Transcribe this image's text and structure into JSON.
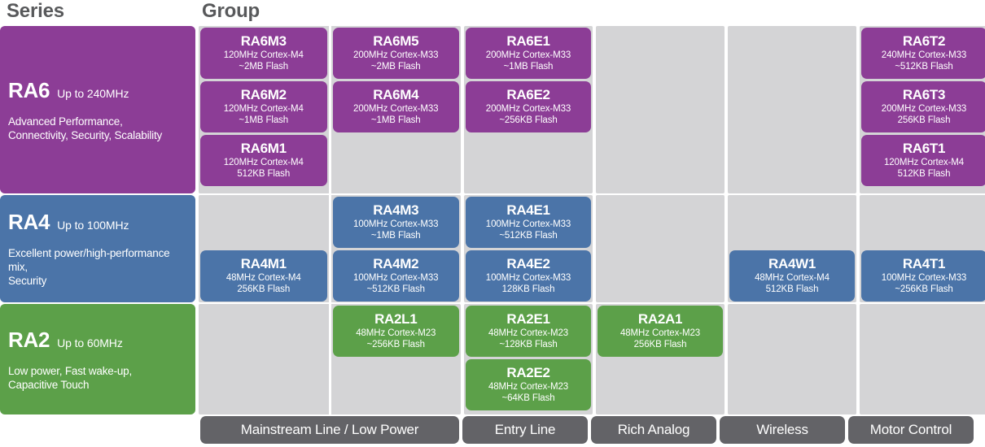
{
  "header": {
    "series_label": "Series",
    "group_label": "Group"
  },
  "colors": {
    "ra6": "#8c3d96",
    "ra4": "#4b74a8",
    "ra2": "#5ca049",
    "track": "#d4d4d6",
    "footer": "#636367",
    "header_text": "#58595b"
  },
  "series": [
    {
      "id": "ra6",
      "name": "RA6",
      "speed": "Up to 240MHz",
      "description": "Advanced Performance,\nConnectivity, Security, Scalability",
      "columns": {
        "mainstream": [
          {
            "name": "RA6M3",
            "core": "120MHz Cortex-M4",
            "flash": "~2MB Flash"
          },
          {
            "name": "RA6M2",
            "core": "120MHz Cortex-M4",
            "flash": "~1MB Flash"
          },
          {
            "name": "RA6M1",
            "core": "120MHz Cortex-M4",
            "flash": "512KB Flash"
          }
        ],
        "lowpower": [
          {
            "name": "RA6M5",
            "core": "200MHz Cortex-M33",
            "flash": "~2MB Flash"
          },
          {
            "name": "RA6M4",
            "core": "200MHz Cortex-M33",
            "flash": "~1MB Flash"
          }
        ],
        "entry": [
          {
            "name": "RA6E1",
            "core": "200MHz Cortex-M33",
            "flash": "~1MB Flash"
          },
          {
            "name": "RA6E2",
            "core": "200MHz Cortex-M33",
            "flash": "~256KB Flash"
          }
        ],
        "analog": [],
        "wireless": [],
        "motor": [
          {
            "name": "RA6T2",
            "core": "240MHz Cortex-M33",
            "flash": "~512KB Flash"
          },
          {
            "name": "RA6T3",
            "core": "200MHz Cortex-M33",
            "flash": "256KB Flash"
          },
          {
            "name": "RA6T1",
            "core": "120MHz Cortex-M4",
            "flash": "512KB Flash"
          }
        ]
      }
    },
    {
      "id": "ra4",
      "name": "RA4",
      "speed": "Up to 100MHz",
      "description": "Excellent power/high-performance mix,\nSecurity",
      "columns": {
        "mainstream": [
          {
            "name": "RA4M1",
            "core": "48MHz Cortex-M4",
            "flash": "256KB Flash"
          }
        ],
        "lowpower": [
          {
            "name": "RA4M3",
            "core": "100MHz Cortex-M33",
            "flash": "~1MB Flash"
          },
          {
            "name": "RA4M2",
            "core": "100MHz Cortex-M33",
            "flash": "~512KB Flash"
          }
        ],
        "entry": [
          {
            "name": "RA4E1",
            "core": "100MHz Cortex-M33",
            "flash": "~512KB Flash"
          },
          {
            "name": "RA4E2",
            "core": "100MHz Cortex-M33",
            "flash": "128KB Flash"
          }
        ],
        "analog": [],
        "wireless": [
          {
            "name": "RA4W1",
            "core": "48MHz Cortex-M4",
            "flash": "512KB Flash"
          }
        ],
        "motor": [
          {
            "name": "RA4T1",
            "core": "100MHz Cortex-M33",
            "flash": "~256KB Flash"
          }
        ]
      }
    },
    {
      "id": "ra2",
      "name": "RA2",
      "speed": "Up to 60MHz",
      "description": "Low power, Fast wake-up,\nCapacitive Touch",
      "columns": {
        "mainstream": [],
        "lowpower": [
          {
            "name": "RA2L1",
            "core": "48MHz Cortex-M23",
            "flash": "~256KB Flash"
          }
        ],
        "entry": [
          {
            "name": "RA2E1",
            "core": "48MHz Cortex-M23",
            "flash": "~128KB Flash"
          },
          {
            "name": "RA2E2",
            "core": "48MHz Cortex-M23",
            "flash": "~64KB Flash"
          }
        ],
        "analog": [
          {
            "name": "RA2A1",
            "core": "48MHz Cortex-M23",
            "flash": "256KB Flash"
          }
        ],
        "wireless": [],
        "motor": []
      }
    }
  ],
  "footer": [
    {
      "key": "mainstream_lowpower",
      "label": "Mainstream Line / Low Power"
    },
    {
      "key": "entry",
      "label": "Entry Line"
    },
    {
      "key": "analog",
      "label": "Rich Analog"
    },
    {
      "key": "wireless",
      "label": "Wireless"
    },
    {
      "key": "motor",
      "label": "Motor Control"
    }
  ]
}
